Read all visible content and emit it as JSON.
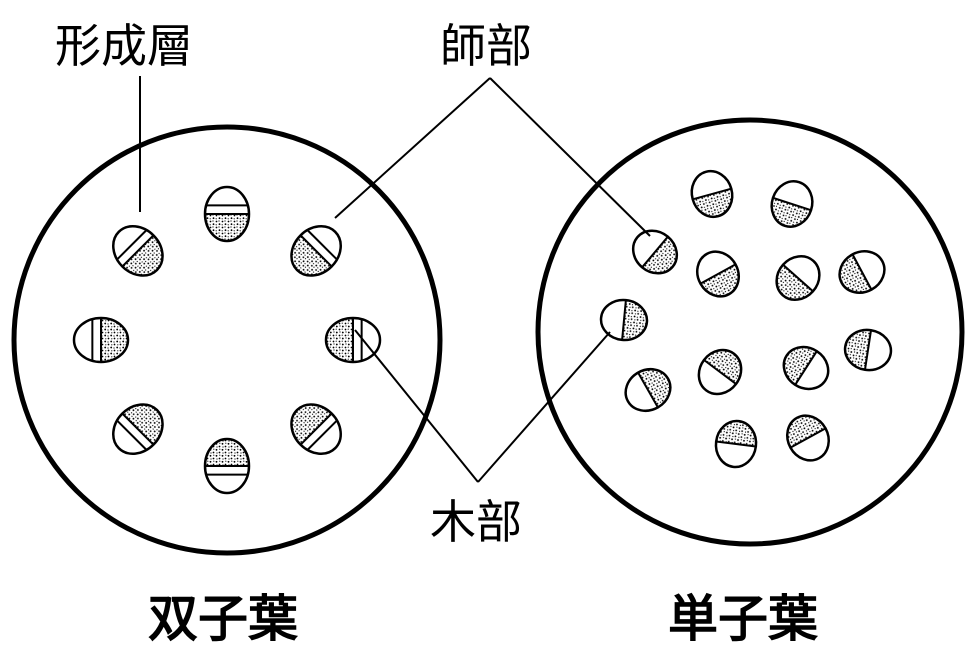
{
  "labels": {
    "cambium": "形成層",
    "phloem": "師部",
    "xylem": "木部"
  },
  "captions": {
    "dicot": "双子葉",
    "monocot": "単子葉"
  },
  "colors": {
    "stroke": "#000000",
    "background": "#ffffff",
    "stipple": "#000000"
  }
}
